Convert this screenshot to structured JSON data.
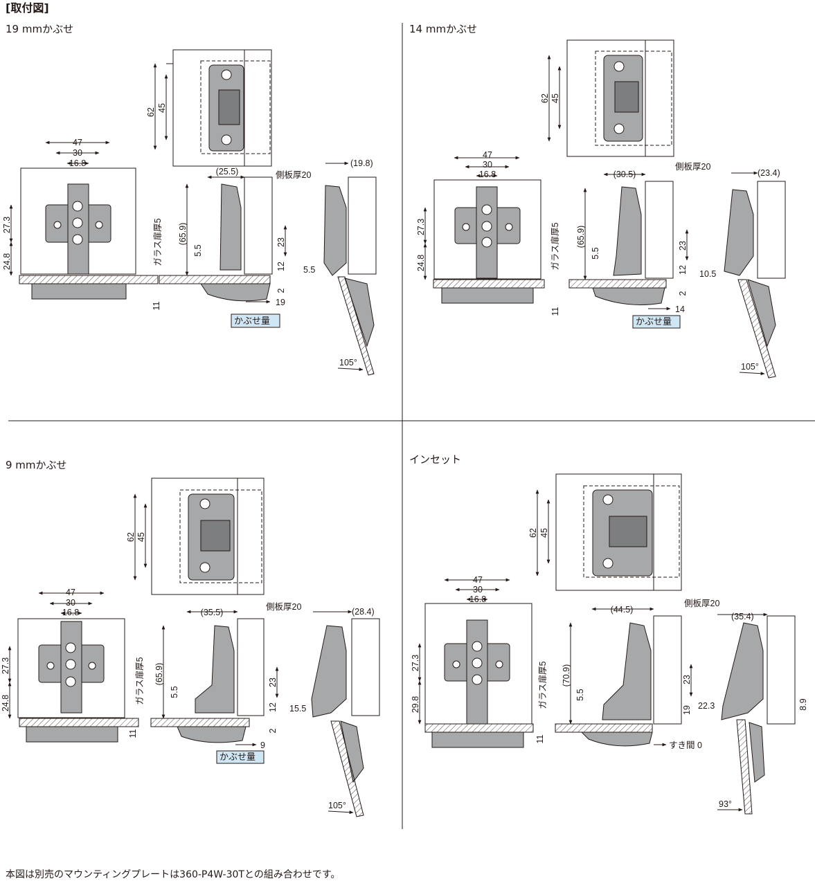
{
  "page": {
    "title": "[取付図]",
    "footer": "本図は別売のマウンティングプレートは360-P4W-30Tとの組み合わせです。"
  },
  "quadrants": [
    {
      "label": "19 mmかぶせ",
      "top": {
        "d62": "62",
        "d45": "45"
      },
      "front": {
        "d47": "47",
        "d30": "30",
        "d168": "16.8",
        "d273": "27.3",
        "d248": "24.8"
      },
      "side": {
        "gap": "(25.5)",
        "panel": "側板厚20",
        "glass": "ガラス扉厚5",
        "d659": "(65.9)",
        "d55": "5.5",
        "d23": "23",
        "d12": "12",
        "d2": "2",
        "d11": "11",
        "overlay": "19",
        "badge": "かぶせ量"
      },
      "open": {
        "gap": "(19.8)",
        "d55": "5.5",
        "angle": "105°"
      }
    },
    {
      "label": "14 mmかぶせ",
      "top": {
        "d62": "62",
        "d45": "45"
      },
      "front": {
        "d47": "47",
        "d30": "30",
        "d168": "16.8",
        "d273": "27.3",
        "d248": "24.8"
      },
      "side": {
        "gap": "(30.5)",
        "panel": "側板厚20",
        "glass": "ガラス扉厚5",
        "d659": "(65.9)",
        "d55": "5.5",
        "d23": "23",
        "d12": "12",
        "d2": "2",
        "d11": "11",
        "overlay": "14",
        "badge": "かぶせ量"
      },
      "open": {
        "gap": "(23.4)",
        "d55": "10.5",
        "angle": "105°"
      }
    },
    {
      "label": "9 mmかぶせ",
      "top": {
        "d62": "62",
        "d45": "45"
      },
      "front": {
        "d47": "47",
        "d30": "30",
        "d168": "16.8",
        "d273": "27.3",
        "d248": "24.8"
      },
      "side": {
        "gap": "(35.5)",
        "panel": "側板厚20",
        "glass": "ガラス扉厚5",
        "d659": "(65.9)",
        "d55": "5.5",
        "d23": "23",
        "d12": "12",
        "d2": "2",
        "d11": "11",
        "overlay": "9",
        "badge": "かぶせ量"
      },
      "open": {
        "gap": "(28.4)",
        "d55": "15.5",
        "angle": "105°"
      }
    },
    {
      "label": "インセット",
      "top": {
        "d62": "62",
        "d45": "45"
      },
      "front": {
        "d47": "47",
        "d30": "30",
        "d168": "16.8",
        "d273": "27.3",
        "d248": "29.8"
      },
      "side": {
        "gap": "(44.5)",
        "panel": "側板厚20",
        "glass": "ガラス扉厚5",
        "d659": "(70.9)",
        "d55": "5.5",
        "d23": "23",
        "d12": "19",
        "d2": "",
        "d11": "11",
        "overlay": "すき間 0",
        "badge": ""
      },
      "open": {
        "gap": "(35.4)",
        "d55": "22.3",
        "d89": "8.9",
        "angle": "93°"
      }
    }
  ],
  "colors": {
    "line": "#231815",
    "metal": "#a7a8aa",
    "metalDark": "#7d7e80",
    "badge": "#cfe6f4",
    "glass": "#d8ecf6"
  }
}
